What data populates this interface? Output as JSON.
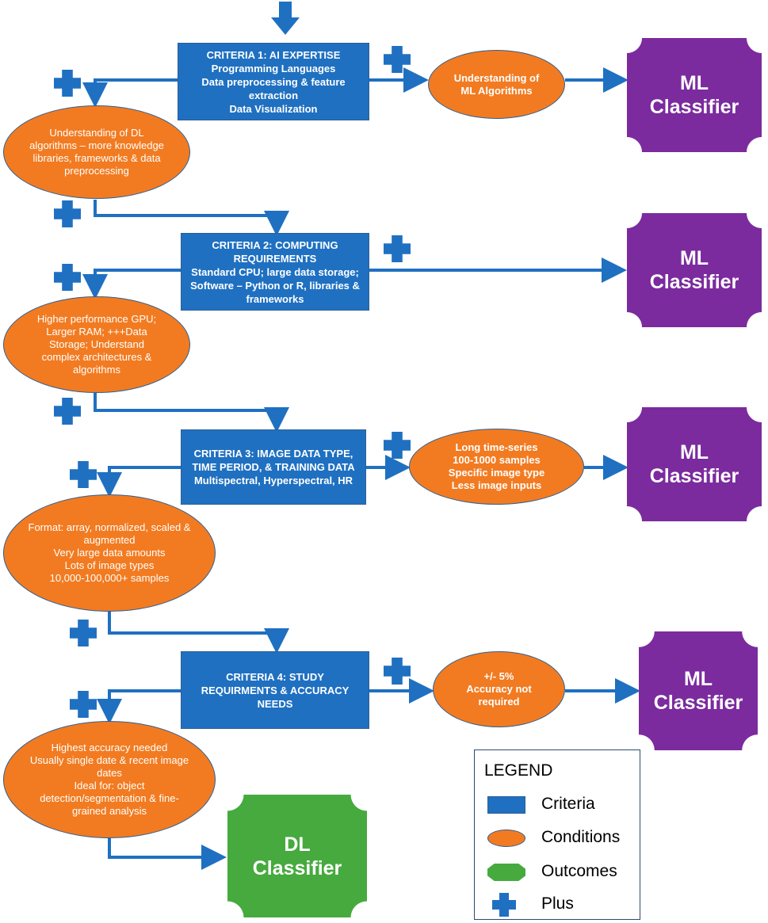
{
  "criteria": [
    {
      "lines": [
        "CRITERIA 1: AI EXPERTISE",
        "Programming Languages",
        "Data preprocessing & feature extraction",
        "Data Visualization"
      ]
    },
    {
      "lines": [
        "CRITERIA 2: COMPUTING REQUIREMENTS",
        "Standard CPU; large data storage; Software – Python or R, libraries & frameworks"
      ]
    },
    {
      "lines": [
        "CRITERIA 3: IMAGE DATA TYPE, TIME PERIOD, & TRAINING DATA",
        "Multispectral, Hyperspectral, HR"
      ]
    },
    {
      "lines": [
        "CRITERIA 4: STUDY REQUIRMENTS & ACCURACY NEEDS"
      ]
    }
  ],
  "conditions_ml": [
    {
      "lines": [
        "Understanding of ML Algorithms"
      ]
    },
    {
      "lines": [
        "Long time-series",
        "100-1000 samples",
        "Specific image type",
        "Less image inputs"
      ]
    },
    {
      "lines": [
        "+/- 5%",
        "Accuracy not required"
      ]
    }
  ],
  "conditions_dl": [
    {
      "lines": [
        "Understanding of DL algorithms – more knowledge libraries, frameworks & data preprocessing"
      ]
    },
    {
      "lines": [
        "Higher performance GPU; Larger RAM; +++Data Storage; Understand complex architectures & algorithms"
      ]
    },
    {
      "lines": [
        "Format: array, normalized, scaled & augmented",
        "Very large data amounts",
        "Lots of image types",
        "10,000-100,000+ samples"
      ]
    },
    {
      "lines": [
        "Highest accuracy needed",
        "Usually single date & recent image dates",
        "Ideal for: object detection/segmentation & fine-grained analysis"
      ]
    }
  ],
  "outcomes": {
    "ml": {
      "line1": "ML",
      "line2": "Classifier"
    },
    "dl": {
      "line1": "DL",
      "line2": "Classifier"
    }
  },
  "legend": {
    "title": "LEGEND",
    "items": [
      {
        "label": "Criteria",
        "shape": "rectangle"
      },
      {
        "label": "Conditions",
        "shape": "oval"
      },
      {
        "label": "Outcomes",
        "shape": "octagon"
      },
      {
        "label": "Plus",
        "shape": "plus"
      }
    ]
  },
  "colors": {
    "criteria": "#1f70c1",
    "conditions": "#f27b21",
    "ml_outcome": "#7b2b9e",
    "dl_outcome": "#46aa3f",
    "connector": "#1f70c1",
    "plus": "#1f70c1"
  },
  "icons": {
    "plus": "plus-icon",
    "arrow": "arrow-icon",
    "outcome_shape": "concave-octagon-shape"
  }
}
